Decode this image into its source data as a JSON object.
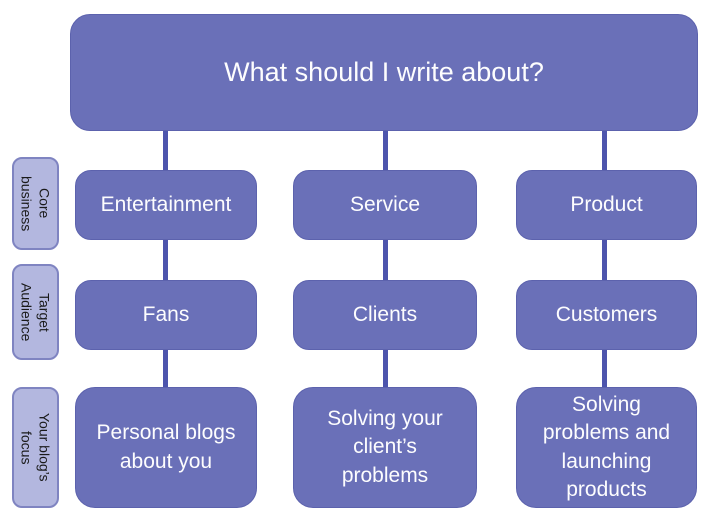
{
  "title": "What should I write about?",
  "side_labels": [
    {
      "label": "Core\nbusiness"
    },
    {
      "label": "Target\nAudience"
    },
    {
      "label": "Your blog’s\nfocus"
    }
  ],
  "columns": [
    {
      "core_business": "Entertainment",
      "target_audience": "Fans",
      "blog_focus": "Personal blogs\nabout you"
    },
    {
      "core_business": "Service",
      "target_audience": "Clients",
      "blog_focus": "Solving your\nclient’s\nproblems"
    },
    {
      "core_business": "Product",
      "target_audience": "Customers",
      "blog_focus": "Solving\nproblems and\nlaunching\nproducts"
    }
  ],
  "colors": {
    "background": "#ffffff",
    "box-fill": "#6a70b8",
    "box-border": "#5c62ad",
    "box-text": "#fdfdfe",
    "connector": "#4d55ad",
    "label-fill": "#b3b7df",
    "label-border": "#7f84c1",
    "label-text": "#1a1a1a"
  }
}
